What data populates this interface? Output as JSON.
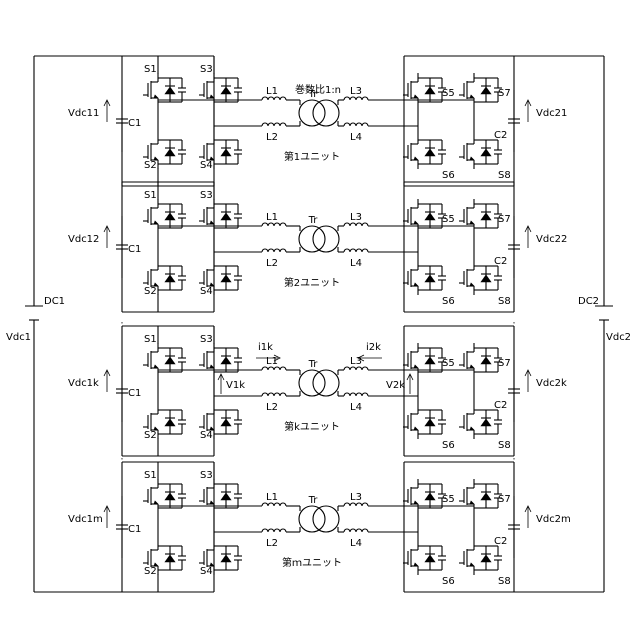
{
  "dc": {
    "left_label": "DC1",
    "right_label": "DC2",
    "left_voltage": "Vdc1",
    "right_voltage": "Vdc2"
  },
  "switch_labels": [
    "S1",
    "S2",
    "S3",
    "S4",
    "S5",
    "S6",
    "S7",
    "S8"
  ],
  "cap_left": "C1",
  "cap_right": "C2",
  "inductor_labels": [
    "L1",
    "L2",
    "L3",
    "L4"
  ],
  "transformer": "Tr",
  "ratio_label": "巻数比1:n",
  "k_annotations": {
    "i1": "i1k",
    "i2": "i2k",
    "v1": "V1k",
    "v2": "V2k"
  },
  "units": [
    {
      "title": "第1ユニット",
      "vleft": "Vdc11",
      "vright": "Vdc21"
    },
    {
      "title": "第2ユニット",
      "vleft": "Vdc12",
      "vright": "Vdc22"
    },
    {
      "title": "第kユニット",
      "vleft": "Vdc1k",
      "vright": "Vdc2k"
    },
    {
      "title": "第ｍユニット",
      "vleft": "Vdc1m",
      "vright": "Vdc2m"
    }
  ]
}
